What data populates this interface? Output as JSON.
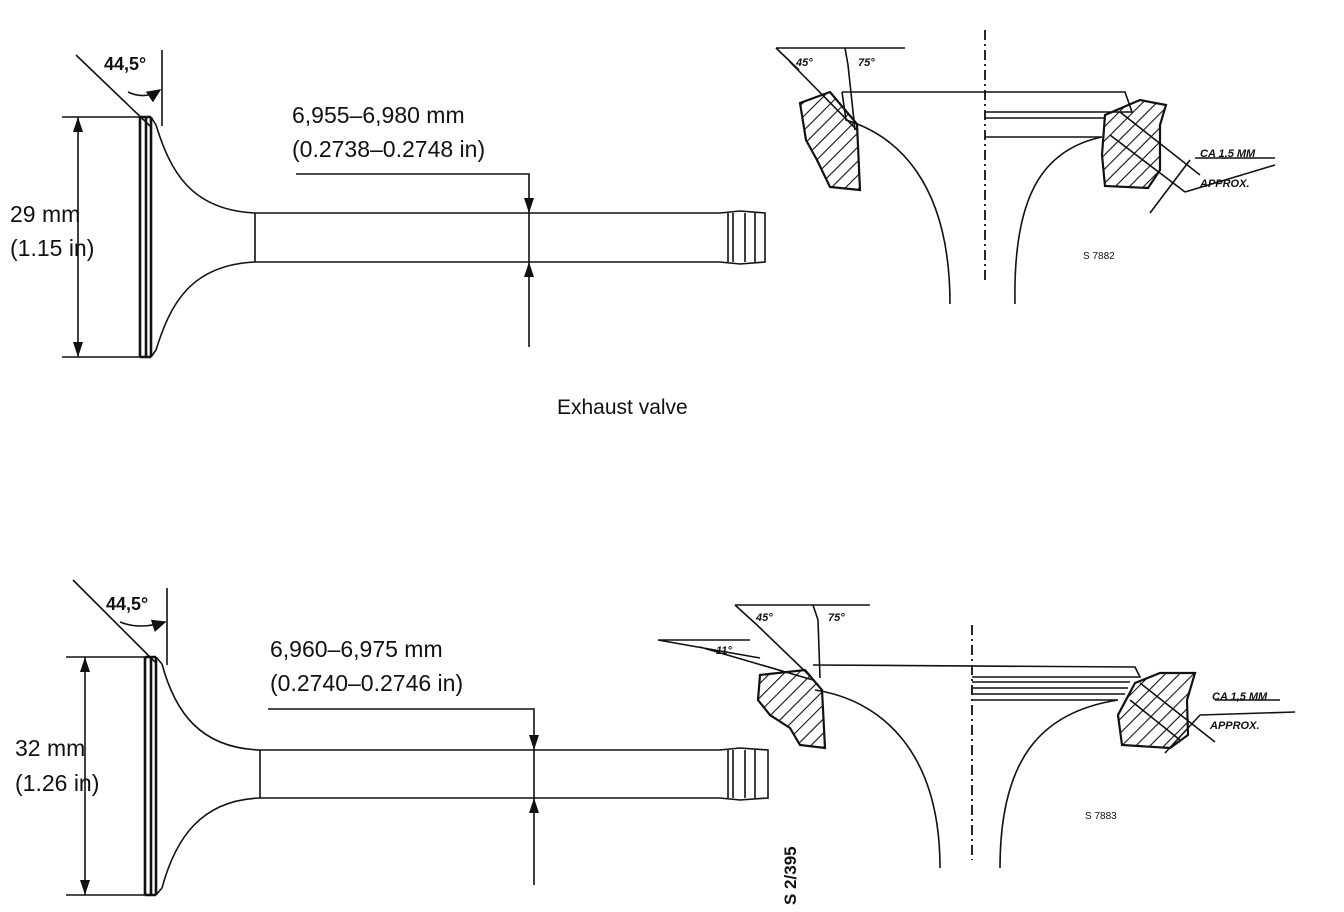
{
  "exhaust": {
    "angle": "44,5°",
    "diameter_mm": "29 mm",
    "diameter_in": "(1.15 in)",
    "stem_mm": "6,955–6,980 mm",
    "stem_in": "(0.2738–0.2748 in)",
    "caption": "Exhaust valve",
    "seat": {
      "angle_a": "45°",
      "angle_b": "75°",
      "width_mm": "CA 1,5 MM",
      "width_approx": "APPROX.",
      "ref": "S 7882"
    }
  },
  "intake": {
    "angle": "44,5°",
    "diameter_mm": "32 mm",
    "diameter_in": "(1.26 in)",
    "stem_mm": "6,960–6,975 mm",
    "stem_in": "(0.2740–0.2746 in)",
    "seat": {
      "angle_a": "45°",
      "angle_b": "75°",
      "angle_c": "11°",
      "width_mm": "CA 1,5 MM",
      "width_approx": "APPROX.",
      "ref": "S 7883"
    }
  },
  "figure_ref": "S 2/395"
}
